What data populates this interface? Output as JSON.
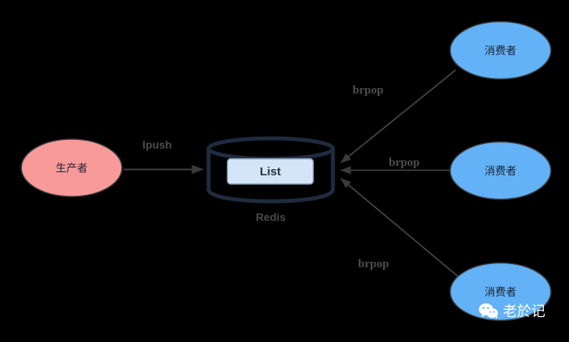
{
  "diagram": {
    "title": "Redis List message queue producer consumer diagram",
    "background_color": "#000000",
    "nodes": {
      "producer": {
        "label": "生产者",
        "fill": "#f99a9a",
        "stroke": "#3d3d3d",
        "shape": "ellipse"
      },
      "store": {
        "caption": "Redis",
        "inner_label": "List",
        "stroke": "#1f2b3e",
        "inner_fill": "#d5e5f8",
        "inner_stroke": "#8fa8bf",
        "shape": "cylinder"
      },
      "consumers": [
        {
          "label": "消费者",
          "fill": "#63b2f7",
          "stroke": "#3d3d3d",
          "shape": "ellipse"
        },
        {
          "label": "消费者",
          "fill": "#63b2f7",
          "stroke": "#3d3d3d",
          "shape": "ellipse"
        },
        {
          "label": "消费者",
          "fill": "#63b2f7",
          "stroke": "#3d3d3d",
          "shape": "ellipse"
        }
      ]
    },
    "edges": [
      {
        "label": "lpush",
        "from": "producer",
        "to": "store",
        "color": "#4a4a4a"
      },
      {
        "label": "brpop",
        "from": "consumer-1",
        "to": "store",
        "color": "#4a4a4a"
      },
      {
        "label": "brpop",
        "from": "consumer-2",
        "to": "store",
        "color": "#4a4a4a"
      },
      {
        "label": "brpop",
        "from": "consumer-3",
        "to": "store",
        "color": "#4a4a4a"
      }
    ]
  },
  "watermark": {
    "text": "老於记",
    "icon": "wechat-icon",
    "color": "#ffffff"
  }
}
